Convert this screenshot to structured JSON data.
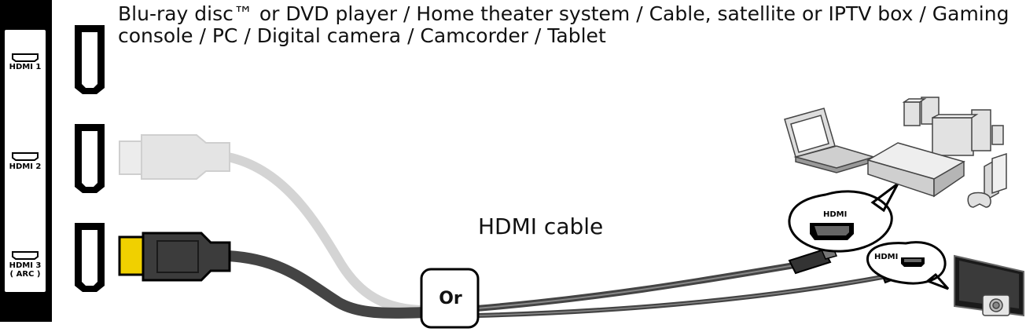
{
  "caption": "Blu-ray disc™ or DVD player / Home theater system / Cable, satellite or IPTV box / Gaming console / PC / Digital camera / Camcorder / Tablet",
  "cable_label": "HDMI cable",
  "or_label": "Or",
  "ports": [
    {
      "line1": "HDMI 1",
      "line2": ""
    },
    {
      "line1": "HDMI 2",
      "line2": ""
    },
    {
      "line1": "HDMI 3",
      "line2": "( ARC )"
    }
  ],
  "bubble_labels": {
    "hdmi_standard": "HDMI",
    "hdmi_mini": "HDMI"
  },
  "icons": [
    "hdmi-port-icon",
    "hdmi-plug-icon",
    "laptop-icon",
    "home-theater-icon",
    "set-top-box-icon",
    "game-console-icon",
    "camera-icon",
    "tv-icon"
  ],
  "colors": {
    "panel": "#000000",
    "active_cable": "#444444",
    "inactive_cable": "#d4d4d4",
    "plug_tip": "#f0d000"
  }
}
